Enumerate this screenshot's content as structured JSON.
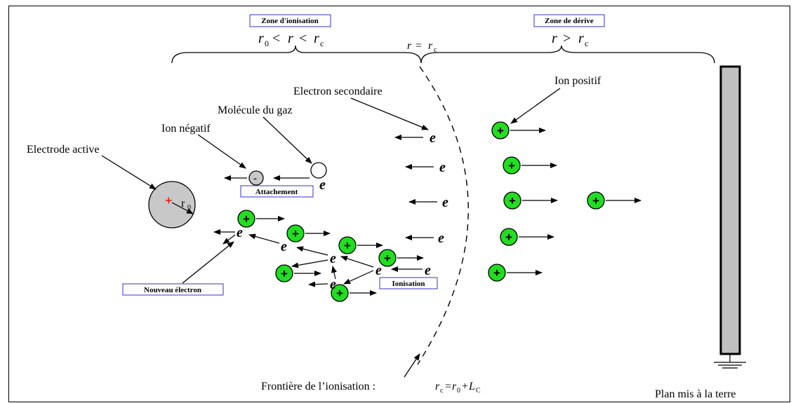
{
  "zones": {
    "ionisation": {
      "label": "Zone d'ionisation",
      "condition_r0": "r",
      "condition_lt1": "<",
      "condition_r": "r",
      "condition_lt2": "<",
      "condition_rc": "r",
      "sub0": "0",
      "subc": "c"
    },
    "derive": {
      "label": "Zone de dérive",
      "r": "r",
      "gt": ">",
      "rc": "r",
      "subc": "c"
    },
    "boundary": {
      "r": "r",
      "eq": "=",
      "rc": "r",
      "subc": "c"
    }
  },
  "labels": {
    "electrode_active": "Electrode active",
    "ion_negatif": "Ion négatif",
    "molecule_gaz": "Molécule du gaz",
    "electron_secondaire": "Electron secondaire",
    "ion_positif": "Ion positif",
    "attachement": "Attachement",
    "nouveau_electron": "Nouveau électron",
    "ionisation": "Ionisation",
    "frontiere": "Frontière de l’ionisation :",
    "plan": "Plan mis à la terre"
  },
  "formula": {
    "rc": "r",
    "sub_c": "c",
    "eq": "=",
    "r0": "r",
    "sub_0": "0",
    "plus": "+",
    "L": "L",
    "sub_C": "C"
  },
  "symbols": {
    "electron": "e",
    "plus": "+",
    "minus": "-",
    "electrode_r": "r",
    "electrode_sub": "0"
  },
  "colors": {
    "positive_ion": "#22dd22",
    "electrode_fill": "#c8c8c8",
    "box_border": "#3333cc",
    "electrode_plus": "#ff0000"
  }
}
